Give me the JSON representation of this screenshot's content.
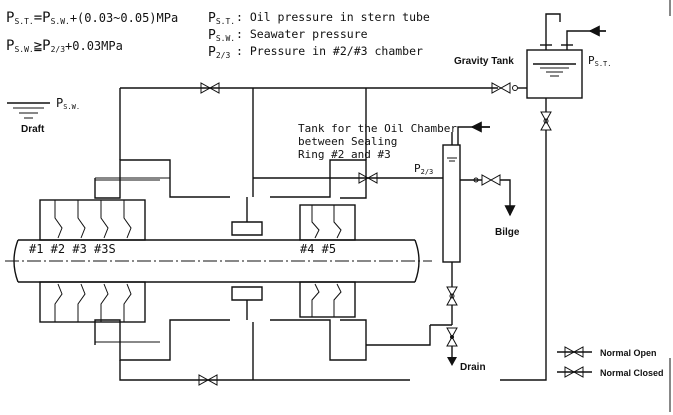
{
  "formulas": {
    "line1_lhs": "P",
    "line1_lhs_sub": "S.T.",
    "line1_mid": "=P",
    "line1_mid_sub": "S.W.",
    "line1_rhs": "+(0.03~0.05)MPa",
    "line2_lhs": "P",
    "line2_lhs_sub": "S.W.",
    "line2_mid": "≧P",
    "line2_mid_sub": "2/3",
    "line2_rhs": "+0.03MPa"
  },
  "legend_defs": [
    {
      "symbol": "P",
      "sub": "S.T.",
      "text": ": Oil pressure in stern tube"
    },
    {
      "symbol": "P",
      "sub": "S.W.",
      "text": ": Seawater pressure"
    },
    {
      "symbol": "P",
      "sub": "2/3",
      "text": ": Pressure in #2/#3 chamber"
    }
  ],
  "labels": {
    "gravity_tank": "Gravity Tank",
    "pst": "P",
    "pst_sub": "S.T.",
    "psw": "P",
    "psw_sub": "S.W.",
    "draft": "Draft",
    "tank_chamber": [
      "Tank for the Oil Chamber",
      "between Sealing",
      "Ring #2 and #3"
    ],
    "p23": "P",
    "p23_sub": "2/3",
    "bilge": "Bilge",
    "drain": "Drain",
    "rings_left": "#1 #2 #3 #3S",
    "rings_right": "#4 #5"
  },
  "valve_legend": {
    "open": "Normal Open",
    "closed": "Normal Closed"
  }
}
